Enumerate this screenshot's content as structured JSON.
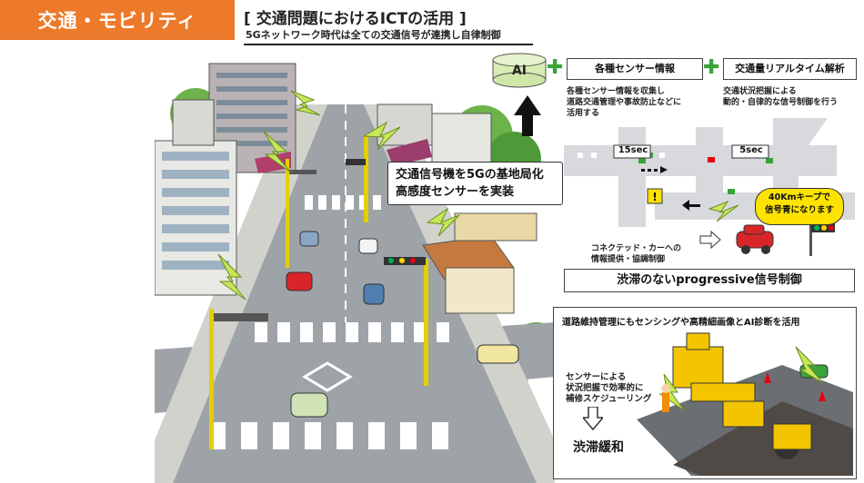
{
  "header": {
    "category": "交通・モビリティ",
    "title": "[ 交通問題におけるICTの活用 ]",
    "subtitle": "5Gネットワーク時代は全ての交通信号が連携し自律制御"
  },
  "illustration": {
    "ai_label": "AI",
    "callout": [
      "交通信号機を5Gの基地局化",
      "高感度センサーを実装"
    ]
  },
  "flow": {
    "sensor_box": "各種センサー情報",
    "sensor_desc": [
      "各種センサー情報を収集し",
      "道路交通管理や事故防止などに",
      "活用する"
    ],
    "realtime_box": "交通量リアルタイム解析",
    "realtime_desc": [
      "交通状況把握による",
      "動的・自律的な信号制御を行う"
    ]
  },
  "map": {
    "timer_left": "15sec",
    "timer_right": "5sec",
    "speech": [
      "40Kmキープで",
      "信号青になります"
    ],
    "car_text": [
      "コネクテッド・カーへの",
      "情報提供・協調制御"
    ],
    "progressive_label": "渋滞のないprogressive信号制御"
  },
  "maintenance": {
    "header": "道路維持管理にもセンシングや高精細画像とAI診断を活用",
    "desc": [
      "センサーによる",
      "状況把握で効率的に",
      "補修スケジューリング"
    ],
    "result": "渋滞緩和"
  },
  "colors": {
    "accent_orange": "#ec7a2a",
    "green": "#3aa33a",
    "signal_yellow": "#e8d400",
    "car_red": "#d9252a"
  }
}
